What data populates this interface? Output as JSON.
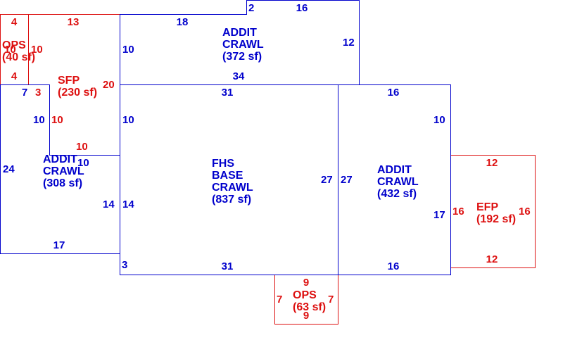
{
  "colors": {
    "blue": "#0000cc",
    "red": "#dd1111",
    "background": "#ffffff"
  },
  "areas": {
    "fhs": {
      "lines": [
        "FHS",
        "BASE",
        "CRAWL",
        "(837 sf)"
      ]
    },
    "addit1": {
      "lines": [
        "ADDIT",
        "CRAWL",
        "(372 sf)"
      ]
    },
    "addit2": {
      "lines": [
        "ADDIT",
        "CRAWL",
        "(308 sf)"
      ]
    },
    "addit3": {
      "lines": [
        "ADDIT",
        "CRAWL",
        "(432 sf)"
      ]
    },
    "ops1": {
      "lines": [
        "OPS",
        "(40 sf)"
      ]
    },
    "sfp": {
      "lines": [
        "SFP",
        "(230 sf)"
      ]
    },
    "ops2": {
      "lines": [
        "OPS",
        "(63 sf)"
      ]
    },
    "efp": {
      "lines": [
        "EFP",
        "(192 sf)"
      ]
    }
  },
  "dimensions": {
    "ops1": {
      "top": "4",
      "left": "10",
      "right": "10",
      "bottom": "4"
    },
    "sfp": {
      "top": "13",
      "right": "20",
      "step": "3",
      "inner_left": "10",
      "inner_bottom": "10"
    },
    "addit1": {
      "top": "18",
      "notch": "2",
      "top_right": "16",
      "right": "12",
      "bottom": "34",
      "left": "10"
    },
    "addit2": {
      "top": "7",
      "inner": "10",
      "inner_bottom": "10",
      "left": "24",
      "right": "14",
      "bottom": "17"
    },
    "fhs": {
      "top": "31",
      "left_upper": "10",
      "left_lower": "14",
      "right": "27",
      "bottom": "31",
      "corner": "3"
    },
    "addit3": {
      "top": "16",
      "left": "27",
      "right_upper": "10",
      "right_lower": "17",
      "bottom": "16"
    },
    "efp": {
      "top": "12",
      "left": "16",
      "right": "16",
      "bottom": "12"
    },
    "ops2": {
      "top": "9",
      "left": "7",
      "right": "7",
      "bottom": "9"
    }
  }
}
